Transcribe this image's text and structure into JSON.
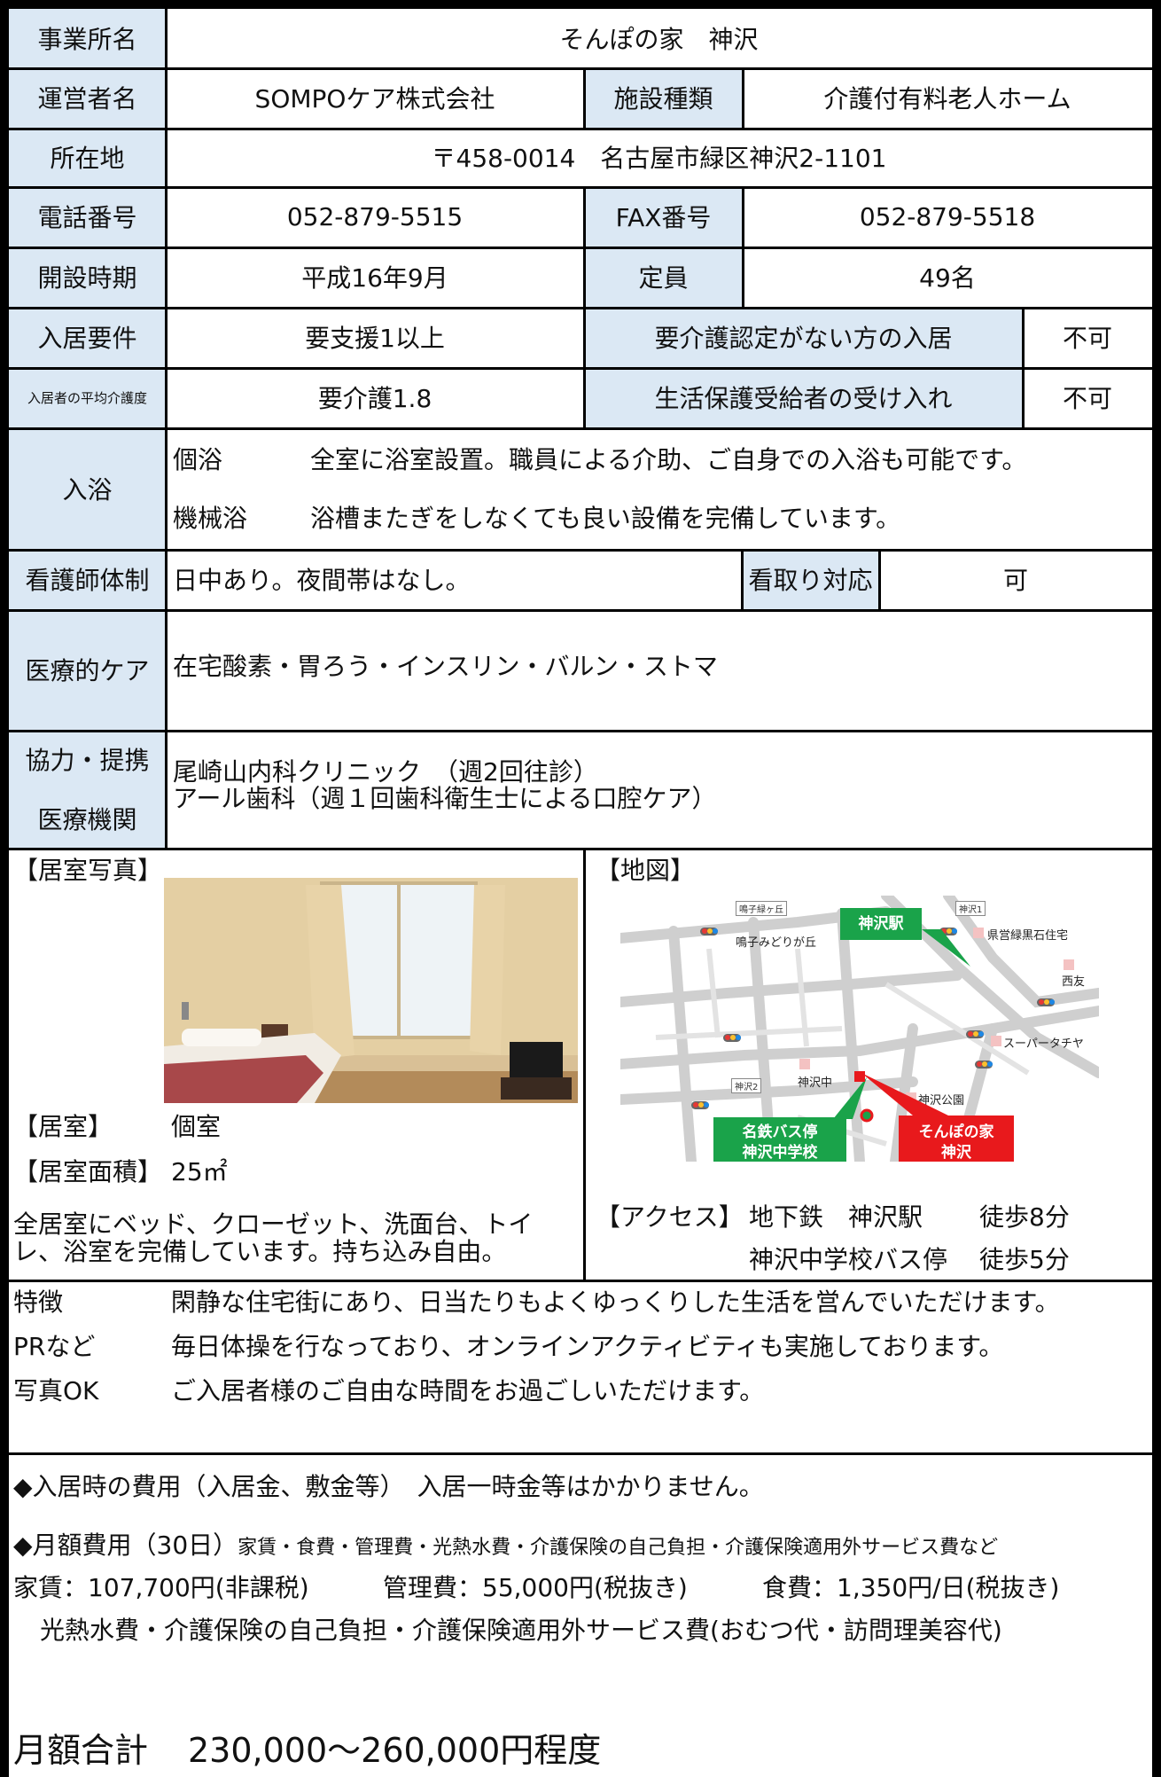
{
  "header": {
    "business_label": "事業所名",
    "business_name": "そんぽの家　神沢",
    "operator_label": "運営者名",
    "operator_value": "SOMPOケア株式会社",
    "facility_type_label": "施設種類",
    "facility_type_value": "介護付有料老人ホーム",
    "address_label": "所在地",
    "address_value": "〒458-0014　名古屋市緑区神沢2-1101",
    "phone_label": "電話番号",
    "phone_value": "052-879-5515",
    "fax_label": "FAX番号",
    "fax_value": "052-879-5518",
    "opened_label": "開設時期",
    "opened_value": "平成16年9月",
    "capacity_label": "定員",
    "capacity_value": "49名",
    "requirement_label": "入居要件",
    "requirement_value": "要支援1以上",
    "no_cert_label": "要介護認定がない方の入居",
    "no_cert_value": "不可",
    "avg_care_label": "入居者の平均介護度",
    "avg_care_value": "要介護1.8",
    "welfare_label": "生活保護受給者の受け入れ",
    "welfare_value": "不可"
  },
  "bath": {
    "label": "入浴",
    "individual_label": "個浴",
    "individual_text": "全室に浴室設置。職員による介助、ご自身での入浴も可能です。",
    "machine_label": "機械浴",
    "machine_text": "浴槽またぎをしなくても良い設備を完備しています。"
  },
  "nursing": {
    "label": "看護師体制",
    "value": "日中あり。夜間帯はなし。",
    "terminal_label": "看取り対応",
    "terminal_value": "可"
  },
  "medical": {
    "label": "医療的ケア",
    "value": "在宅酸素・胃ろう・インスリン・バルン・ストマ"
  },
  "partner": {
    "label_line1": "協力・提携",
    "label_line2": "医療機関",
    "line1": "尾崎山内科クリニック　（週2回往診）",
    "line2": "アール歯科（週１回歯科衛生士による口腔ケア）"
  },
  "room": {
    "photo_heading": "【居室写真】",
    "room_label": "【居室】",
    "room_value": "個室",
    "area_label": "【居室面積】",
    "area_value": "25㎡",
    "desc_line1": "全居室にベッド、クローゼット、洗面台、トイ",
    "desc_line2": "レ、浴室を完備しています。持ち込み自由。"
  },
  "map": {
    "heading": "【地図】",
    "station_pin": "神沢駅",
    "bus_pin_line1": "名鉄バス停",
    "bus_pin_line2": "神沢中学校",
    "home_pin_line1": "そんぽの家",
    "home_pin_line2": "神沢",
    "labels": {
      "narumi_tag": "鳴子緑ヶ丘",
      "narumi": "鳴子みどりが丘",
      "kanzawa1_tag": "神沢1",
      "kanzawa2_tag": "神沢2",
      "housing": "県営緑黒石住宅",
      "seiyu": "西友",
      "supermarket": "スーパータチヤ",
      "school": "神沢中",
      "park": "神沢公園"
    }
  },
  "access": {
    "label": "【アクセス】",
    "subway": "地下鉄　神沢駅",
    "subway_time": "徒歩8分",
    "bus": "神沢中学校バス停",
    "bus_time": "徒歩5分"
  },
  "features": {
    "label1": "特徴",
    "label2": "PRなど",
    "label3": "写真OK",
    "text1": "閑静な住宅街にあり、日当たりもよくゆっくりした生活を営んでいただけます。",
    "text2": "毎日体操を行なっており、オンラインアクティビティも実施しております。",
    "text3": "ご入居者様のご自由な時間をお過ごしいただけます。"
  },
  "costs": {
    "initial": "◆入居時の費用（入居金、敷金等）　入居一時金等はかかりません。",
    "monthly_head": "◆月額費用（30日）",
    "monthly_items": "家賃・食費・管理費・光熱水費・介護保険の自己負担・介護保険適用外サービス費など",
    "rent": "家賃：107,700円(非課税)",
    "mgmt": "管理費：55,000円(税抜き)",
    "food": "食費：1,350円/日(税抜き)",
    "extra": "光熱水費・介護保険の自己負担・介護保険適用外サービス費(おむつ代・訪問理美容代)",
    "total_label": "月額合計",
    "total_value": "230,000～260,000円程度"
  }
}
